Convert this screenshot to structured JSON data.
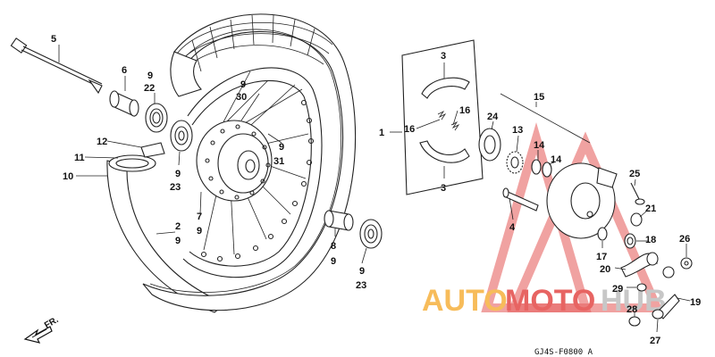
{
  "diagram": {
    "code": "GJ4S-F0800 A",
    "direction": "FR.",
    "watermark": {
      "part1": "AUTO",
      "part2": "MOTO",
      "part3": "HUB",
      "color_orange": "#f5a623",
      "color_red": "#e0312e",
      "color_grey": "#b5b5b5"
    },
    "labels": {
      "n5": "5",
      "n6": "6",
      "n9a": "9",
      "n22": "22",
      "n9b": "9",
      "n30": "30",
      "n3a": "3",
      "n16a": "16",
      "n16b": "16",
      "n3b": "3",
      "n1": "1",
      "n24": "24",
      "n15": "15",
      "n13": "13",
      "n14a": "14",
      "n14b": "14",
      "n12": "12",
      "n11": "11",
      "n10": "10",
      "n9c": "9",
      "n31": "31",
      "n9d": "9",
      "n23a": "23",
      "n7": "7",
      "n9e": "9",
      "n2": "2",
      "n9f": "9",
      "n8": "8",
      "n9g": "9",
      "n9h": "9",
      "n23b": "23",
      "n4": "4",
      "n25": "25",
      "n21": "21",
      "n17": "17",
      "n18": "18",
      "n26": "26",
      "n20": "20",
      "n29": "29",
      "n19": "19",
      "n28": "28",
      "n27": "27"
    }
  }
}
